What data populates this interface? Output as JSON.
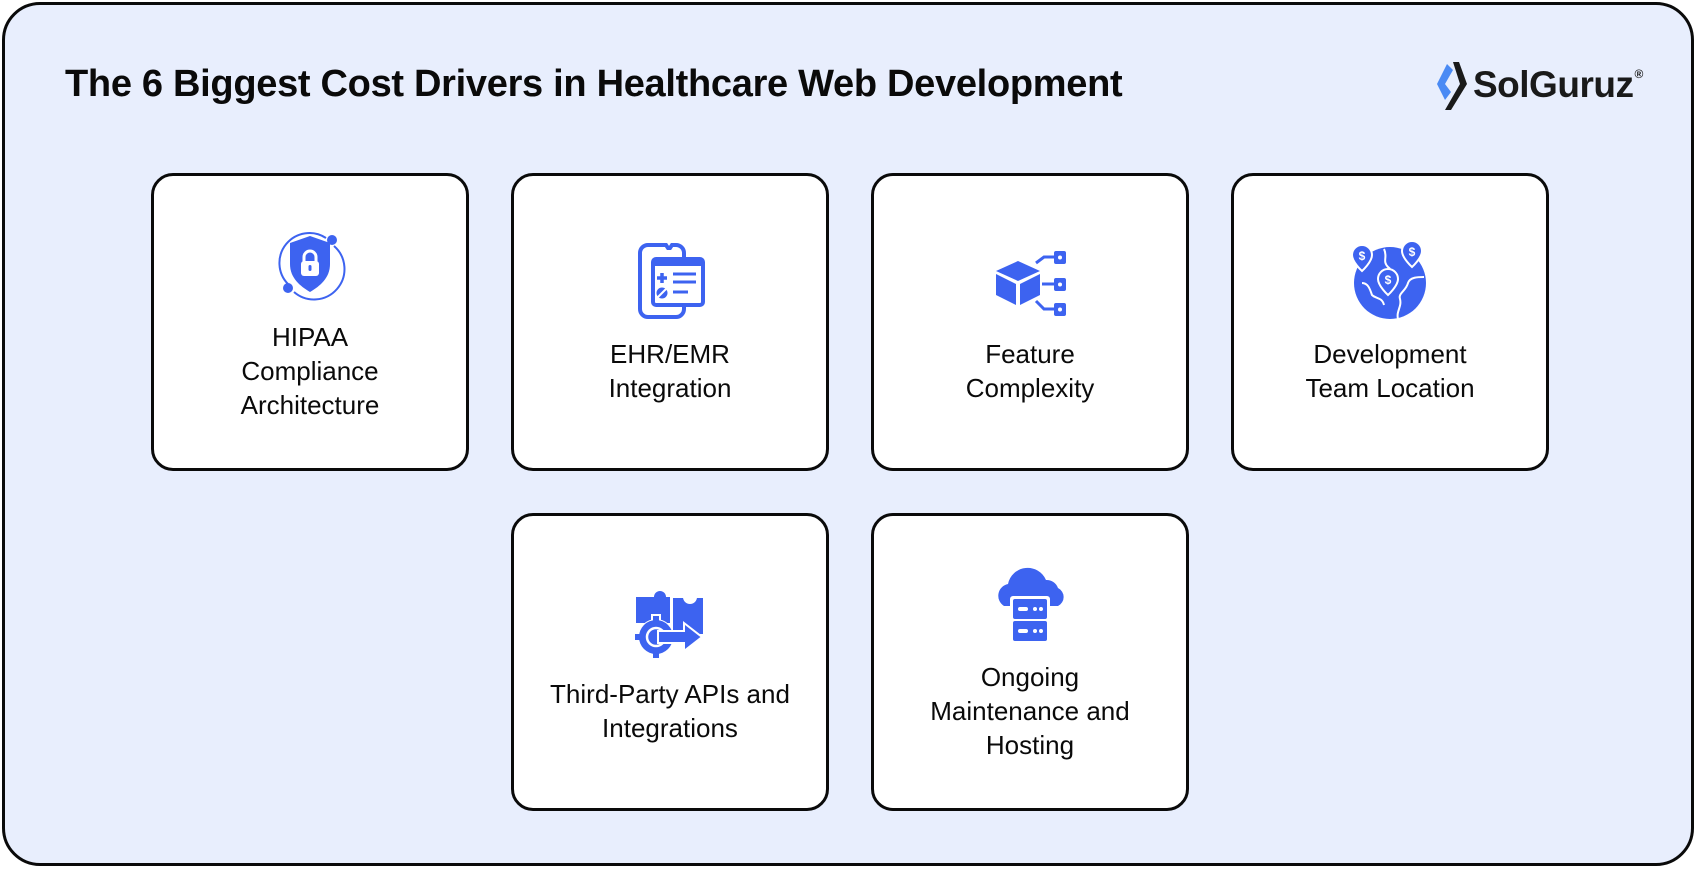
{
  "header": {
    "title": "The 6 Biggest Cost Drivers in Healthcare Web Development",
    "logo_text": "SolGuruz",
    "logo_mark": "®"
  },
  "colors": {
    "background": "#e8eefd",
    "card": "#ffffff",
    "border": "#0a0a0a",
    "accent": "#3d63f0",
    "logo_blue": "#4a8af4"
  },
  "cards": [
    {
      "label": "HIPAA\nCompliance\nArchitecture",
      "icon": "shield-lock-icon"
    },
    {
      "label": "EHR/EMR\nIntegration",
      "icon": "medical-record-icon"
    },
    {
      "label": "Feature\nComplexity",
      "icon": "cube-network-icon"
    },
    {
      "label": "Development\nTeam Location",
      "icon": "globe-dollar-pins-icon"
    },
    {
      "label": "Third-Party APIs and\nIntegrations",
      "icon": "puzzle-gear-arrow-icon"
    },
    {
      "label": "Ongoing\nMaintenance and\nHosting",
      "icon": "cloud-server-icon"
    }
  ]
}
